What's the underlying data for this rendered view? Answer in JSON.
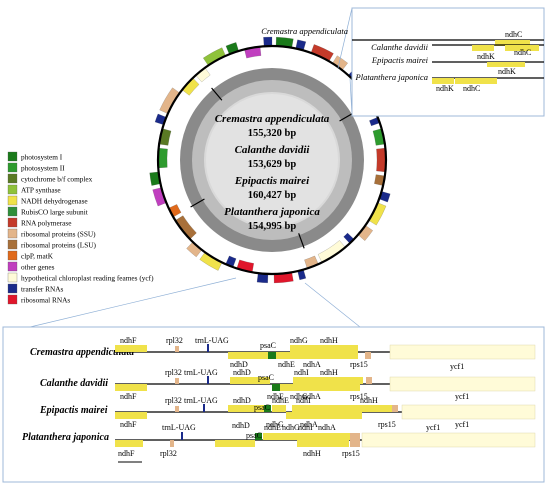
{
  "center": {
    "species": [
      {
        "name": "Cremastra appendiculata",
        "size": "155,320 bp"
      },
      {
        "name": "Calanthe davidii",
        "size": "153,629 bp"
      },
      {
        "name": "Epipactis mairei",
        "size": "160,427 bp"
      },
      {
        "name": "Platanthera japonica",
        "size": "154,995 bp"
      }
    ]
  },
  "legend": [
    {
      "label": "photosystem I",
      "color": "#1a7a1a"
    },
    {
      "label": "photosystem II",
      "color": "#2e9b2e"
    },
    {
      "label": "cytochrome b/f complex",
      "color": "#5a7a24"
    },
    {
      "label": "ATP synthase",
      "color": "#8fc23b"
    },
    {
      "label": "NADH dehydrogenase",
      "color": "#f0e24a"
    },
    {
      "label": "RubisCO large subunit",
      "color": "#2f8f3a"
    },
    {
      "label": "RNA  polymerase",
      "color": "#c43a2a"
    },
    {
      "label": "ribosomal proteins (SSU)",
      "color": "#e3b58a"
    },
    {
      "label": "ribosomal proteins (LSU)",
      "color": "#a8703a"
    },
    {
      "label": "clpP, matK",
      "color": "#e06a1c"
    },
    {
      "label": "other genes",
      "color": "#c03fbf"
    },
    {
      "label": "hypothetical chloroplast reading feames (ycf)",
      "color": "#fffbd8"
    },
    {
      "label": "transfer RNAs",
      "color": "#1a2a8a"
    },
    {
      "label": "ribosomal RNAs",
      "color": "#e0162b"
    }
  ],
  "topRight": {
    "rows": [
      {
        "species": "Cremastra appendiculata",
        "genes": [
          "ndhC"
        ]
      },
      {
        "species": "Calanthe davidii",
        "genes": [
          "ndhK",
          "ndhC"
        ]
      },
      {
        "species": "Epipactis mairei",
        "genes": [
          "ndhK"
        ]
      },
      {
        "species": "Platanthera japonica",
        "genes": [
          "ndhK",
          "ndhC"
        ]
      }
    ]
  },
  "bottom": {
    "rows": [
      {
        "species": "Cremastra appendiculata",
        "above": [
          "ndhF",
          "rpl32",
          "trnL-UAG",
          "psaC",
          "ndhG",
          "ndhH"
        ],
        "below": [
          "ndhD",
          "ndhE",
          "ndhA",
          "rps15",
          "ycf1"
        ]
      },
      {
        "species": "Calanthe davidii",
        "above": [
          "rpl32",
          "trnL-UAG",
          "ndhD",
          "ndhI",
          "ndhH"
        ],
        "below": [
          "ndhF",
          "psaC",
          "ndhE",
          "ndhG",
          "ndhA",
          "rps15",
          "ycf1"
        ]
      },
      {
        "species": "Epipactis mairei",
        "above": [
          "rpl32",
          "trnL-UAG",
          "ndhD",
          "psaC",
          "ndhE",
          "ndhI",
          "ndhH"
        ],
        "below": [
          "ndhF",
          "ndhG",
          "ndhA",
          "rps15",
          "ycf1"
        ]
      },
      {
        "species": "Platanthera japonica",
        "above": [
          "trnL-UAG",
          "psaC",
          "ndhD",
          "ndhE",
          "ndhG",
          "ndhI",
          "ndhA",
          "ycf1"
        ],
        "below": [
          "ndhF",
          "rpl32",
          "ndhH",
          "rps15"
        ]
      }
    ]
  },
  "colors": {
    "ndh": "#f0e24a",
    "psa": "#1a7a1a",
    "trna": "#1a2a8a",
    "rps": "#e3b58a",
    "ycf": "#fffbd8",
    "box_border": "#9fb8d8"
  }
}
